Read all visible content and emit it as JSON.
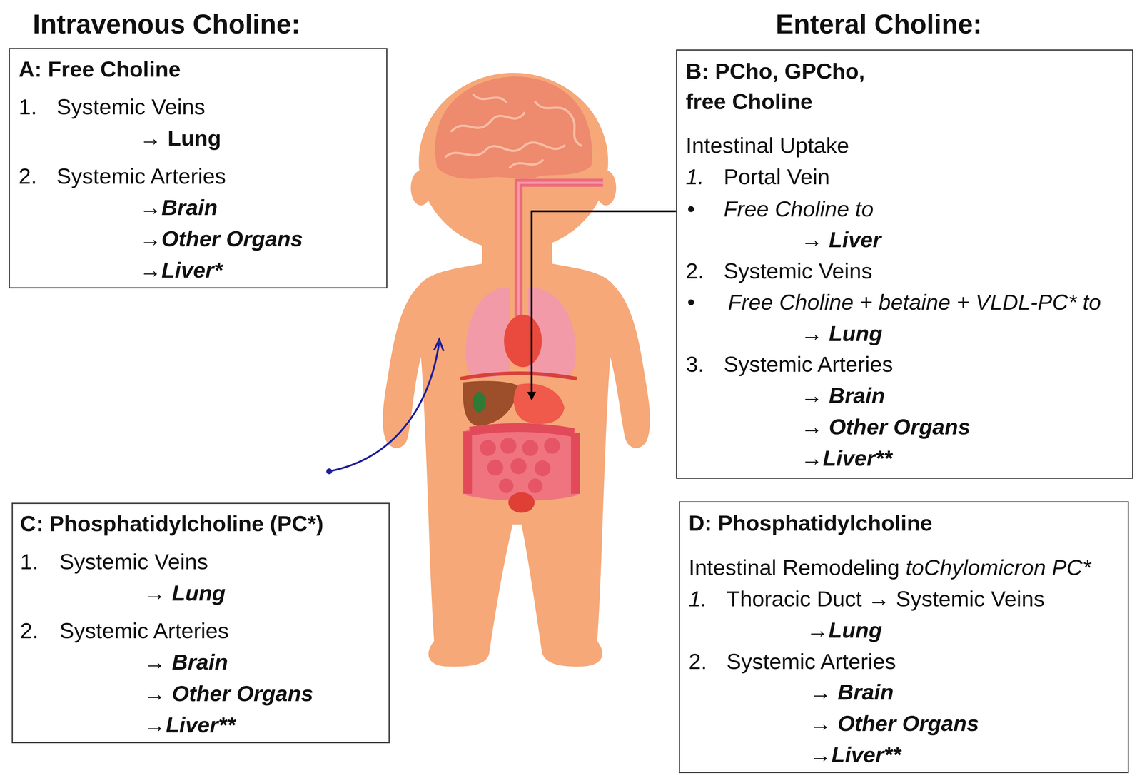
{
  "diagram": {
    "nodes": [
      {
        "text": [
          "A: Free Choline",
          "1.",
          "Systemic Veins",
          "→ Lung",
          "2.",
          "Systemic Arteries",
          "→Brain",
          "→Other Organs",
          "→Liver*"
        ]
      },
      {
        "text": [
          "B: PCho, GPCho, free Choline",
          "Intestinal Uptake",
          "1.",
          "Portal Vein",
          "•",
          "Free Choline to",
          "→ Liver",
          "2.",
          "Systemic Veins",
          "•",
          "Free Choline + betaine + VLDL-PC* to",
          "→ Lung",
          "3.",
          "Systemic Arteries",
          "→ Brain",
          "→ Other Organs",
          "→Liver**"
        ]
      },
      {
        "text": [
          "C: Phosphatidylcholine (PC*)",
          "1.",
          "Systemic Veins",
          "→ Lung",
          "2.",
          "Systemic Arteries",
          "→ Brain",
          "→ Other Organs",
          "→Liver**"
        ]
      },
      {
        "text": [
          "D: Phosphatidylcholine",
          "Intestinal Remodeling",
          "toChylomicron PC*",
          "1.",
          "Thoracic Duct → Systemic Veins",
          "→Lung",
          "2.",
          "Systemic Arteries",
          "→ Brain",
          "→ Other Organs",
          "→Liver**"
        ]
      }
    ],
    "labels": [
      "Intravenous Choline:",
      "Enteral Choline:"
    ]
  }
}
